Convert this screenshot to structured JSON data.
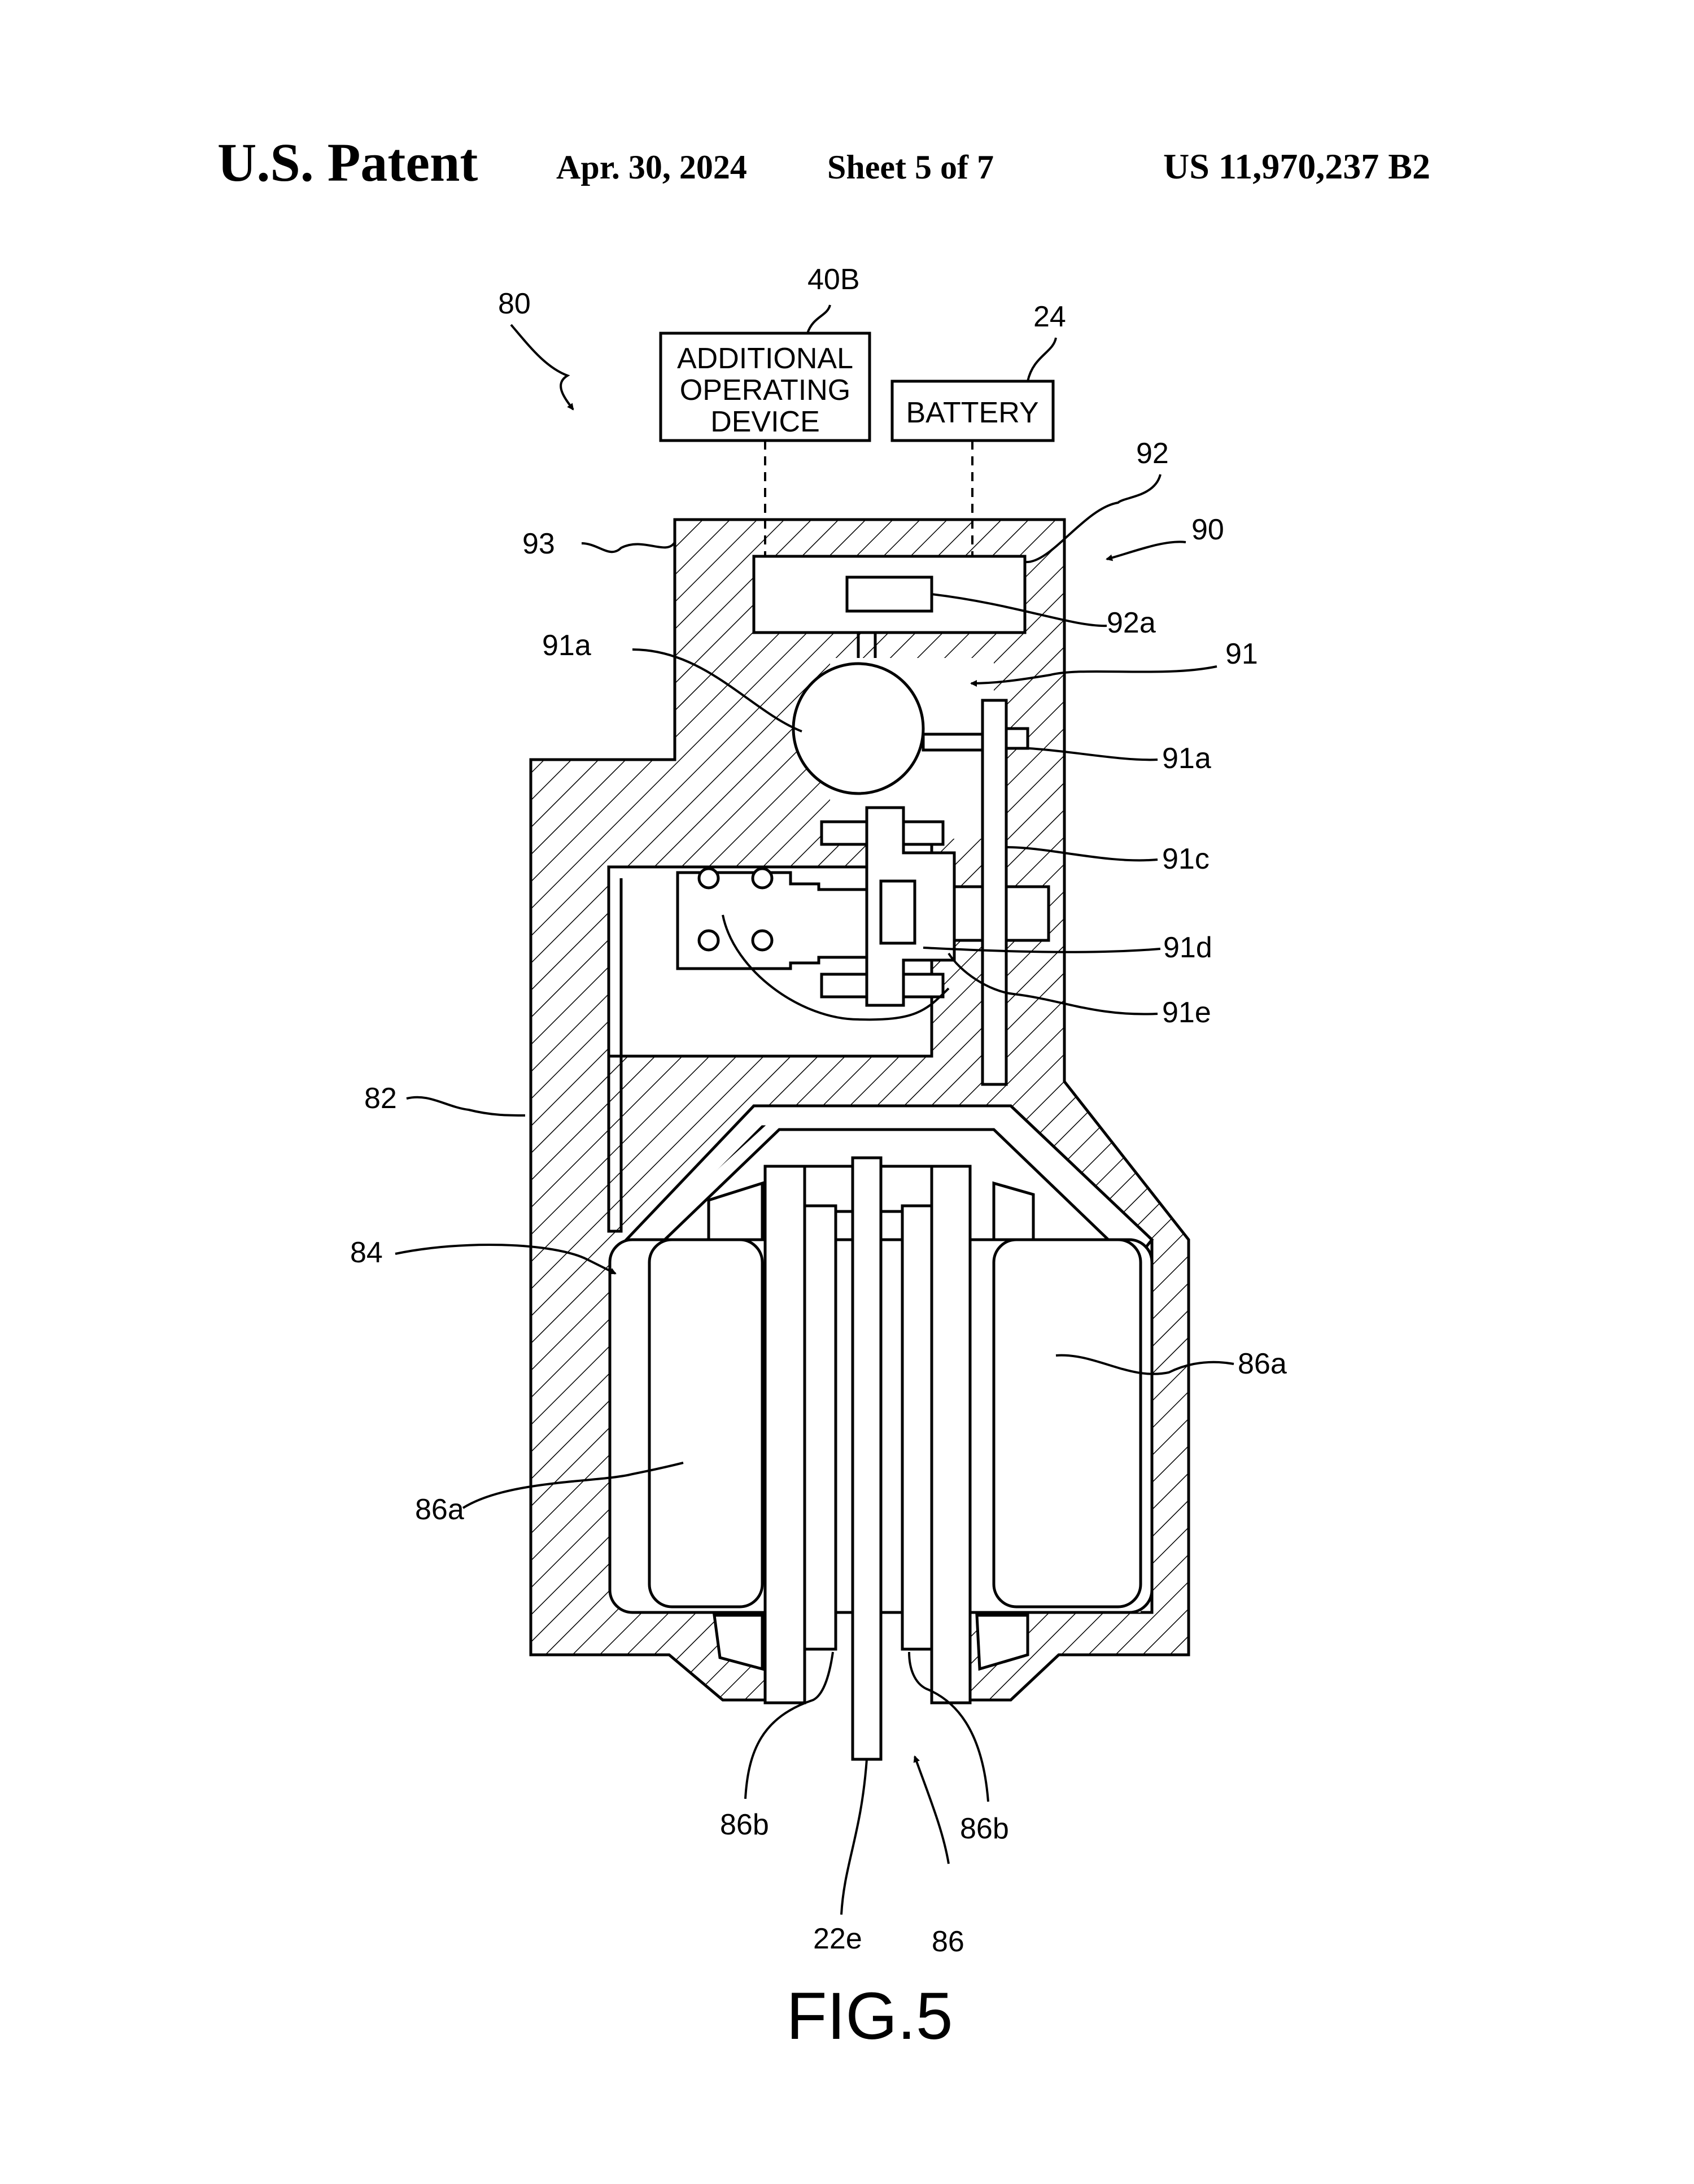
{
  "header": {
    "title": "U.S. Patent",
    "date": "Apr. 30, 2024",
    "sheet": "Sheet 5 of 7",
    "patent_number": "US 11,970,237 B2"
  },
  "boxes": {
    "additional_operating_device": [
      "ADDITIONAL",
      "OPERATING",
      "DEVICE"
    ],
    "battery": "BATTERY"
  },
  "labels": {
    "l80": "80",
    "l40b": "40B",
    "l24": "24",
    "l92": "92",
    "l90": "90",
    "l93": "93",
    "l92a": "92a",
    "l91a_left": "91a",
    "l91": "91",
    "l91a_right": "91a",
    "l91c": "91c",
    "l91d": "91d",
    "l91e": "91e",
    "l82": "82",
    "l84": "84",
    "l86a_right": "86a",
    "l86a_left": "86a",
    "l86b_left": "86b",
    "l86b_right": "86b",
    "l22e": "22e",
    "l86": "86"
  },
  "figure_caption": "FIG.5"
}
